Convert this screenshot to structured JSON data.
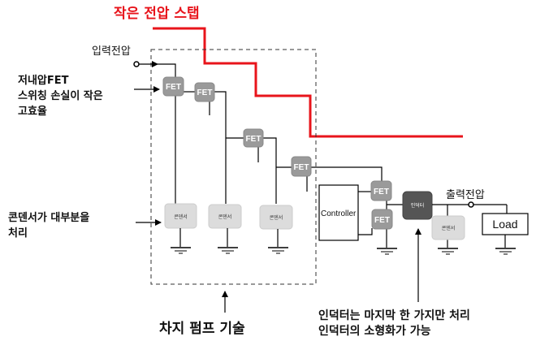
{
  "title": "작은 전압 스탭",
  "labels": {
    "input_voltage": "입력전압",
    "output_voltage": "출력전압",
    "fet_note_line1": "저내압FET",
    "fet_note_line2": "스위칭 손실이 작은",
    "fet_note_line3": "고효율",
    "cap_note_line1": "콘덴서가 대부분을",
    "cap_note_line2": "처리",
    "charge_pump": "차지 펌프 기술",
    "inductor_note_line1": "인덕터는 마지막 한 가지만 처리",
    "inductor_note_line2": "인덕터의 소형화가 가능"
  },
  "components": {
    "fet_label": "FET",
    "capacitor_label": "콘덴서",
    "inductor_label": "인덕터",
    "controller_label": "Controller",
    "load_label": "Load"
  },
  "colors": {
    "step_line": "#e8141b",
    "fet_fill": "#9a9a9a",
    "capacitor_fill": "#dcdcdc",
    "inductor_fill": "#555555"
  }
}
